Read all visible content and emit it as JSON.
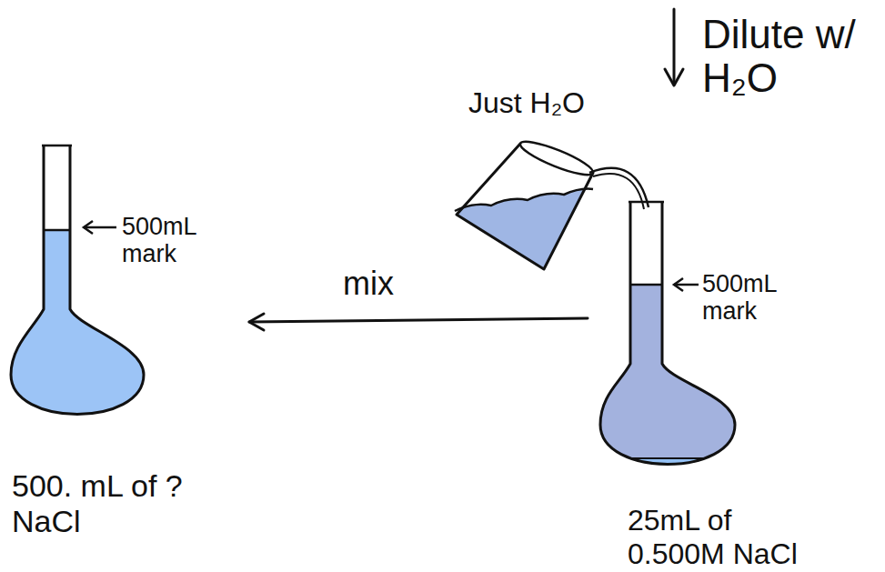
{
  "diagram": {
    "nodes": [
      {
        "text": [
          "500. mL of ? NaCl"
        ]
      },
      {
        "text": [
          "25mL of 0.500M NaCl"
        ]
      }
    ],
    "edges": [
      {
        "from": 1,
        "to": 0,
        "label": "mix",
        "arrow": "to"
      }
    ],
    "labels": [
      "Dilute w/ H₂O",
      "Just H₂O",
      "500mL mark",
      "500mL mark"
    ]
  }
}
